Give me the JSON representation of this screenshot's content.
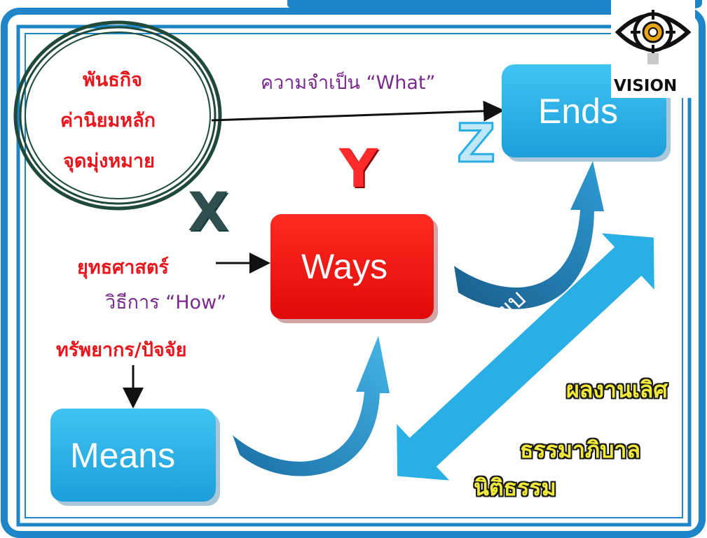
{
  "mission_circle": {
    "line1": "พันธกิจ",
    "line2": "ค่านิยมหลัก",
    "line3": "จุดมุ่งหมาย"
  },
  "what_label": "ความจำเป็น “What”",
  "ends_label": "Ends",
  "ways_label": "Ways",
  "means_label": "Means",
  "strategy_label": "ยุทธศาสตร์",
  "how_label": "วิธีการ “How”",
  "resources_label": "ทรัพยากร/ปัจจัย",
  "letter_x": "X",
  "letter_y": "Y",
  "letter_z": "Z",
  "align_label": "จัดระเบียบ",
  "outcomes": {
    "excellence": "ผลงานเลิศ",
    "good_governance": "ธรรมาภิบาล",
    "rule_of_law": "นิติธรรม"
  },
  "vision_logo_text": "VISION",
  "colors": {
    "frame_blue": "#1e86c8",
    "box_blue": "#29aee6",
    "ways_red": "#ee1111",
    "circle_green": "#1f4a3a",
    "text_red": "#e8161c",
    "text_purple": "#7a2a8e"
  }
}
